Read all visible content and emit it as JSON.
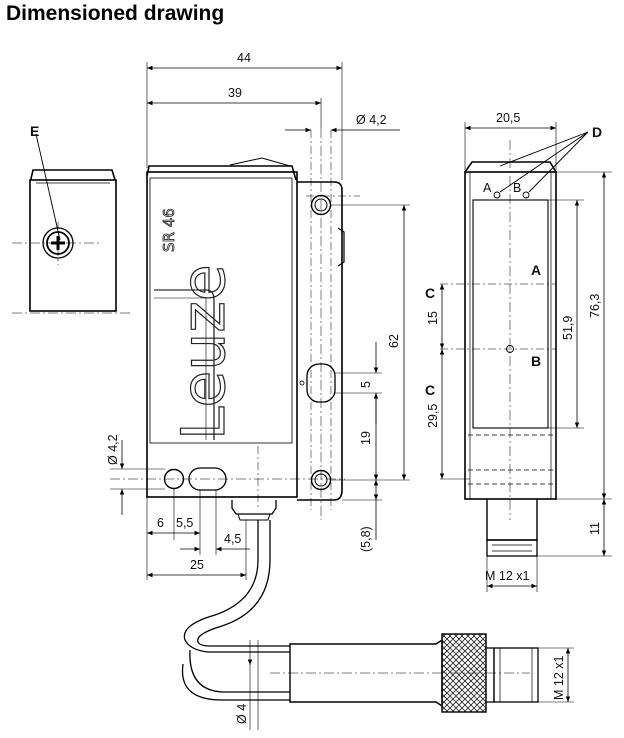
{
  "title": "Dimensioned drawing",
  "front": {
    "logo": "Leuze",
    "model": "SR 46",
    "dims": {
      "w44": "44",
      "w39": "39",
      "hole_d": "Ø 4,2",
      "h62": "62",
      "h5": "5",
      "h19": "19",
      "h5_8": "(5,8)",
      "side_hole_d": "Ø 4,2",
      "w6": "6",
      "w5_5": "5,5",
      "w4_5": "4,5",
      "w25": "25",
      "cable_d": "Ø 4"
    }
  },
  "left": {
    "label_e": "E"
  },
  "right": {
    "label_d": "D",
    "label_a_small": "A",
    "label_b_small": "B",
    "label_a": "A",
    "label_b": "B",
    "label_c1": "C",
    "label_c2": "C",
    "dims": {
      "w20_5": "20,5",
      "h76_3": "76,3",
      "h51_9": "51,9",
      "h15": "15",
      "h29_5": "29,5",
      "h11": "11",
      "thread": "M 12 x1"
    }
  },
  "connector": {
    "thread": "M 12 x1"
  }
}
